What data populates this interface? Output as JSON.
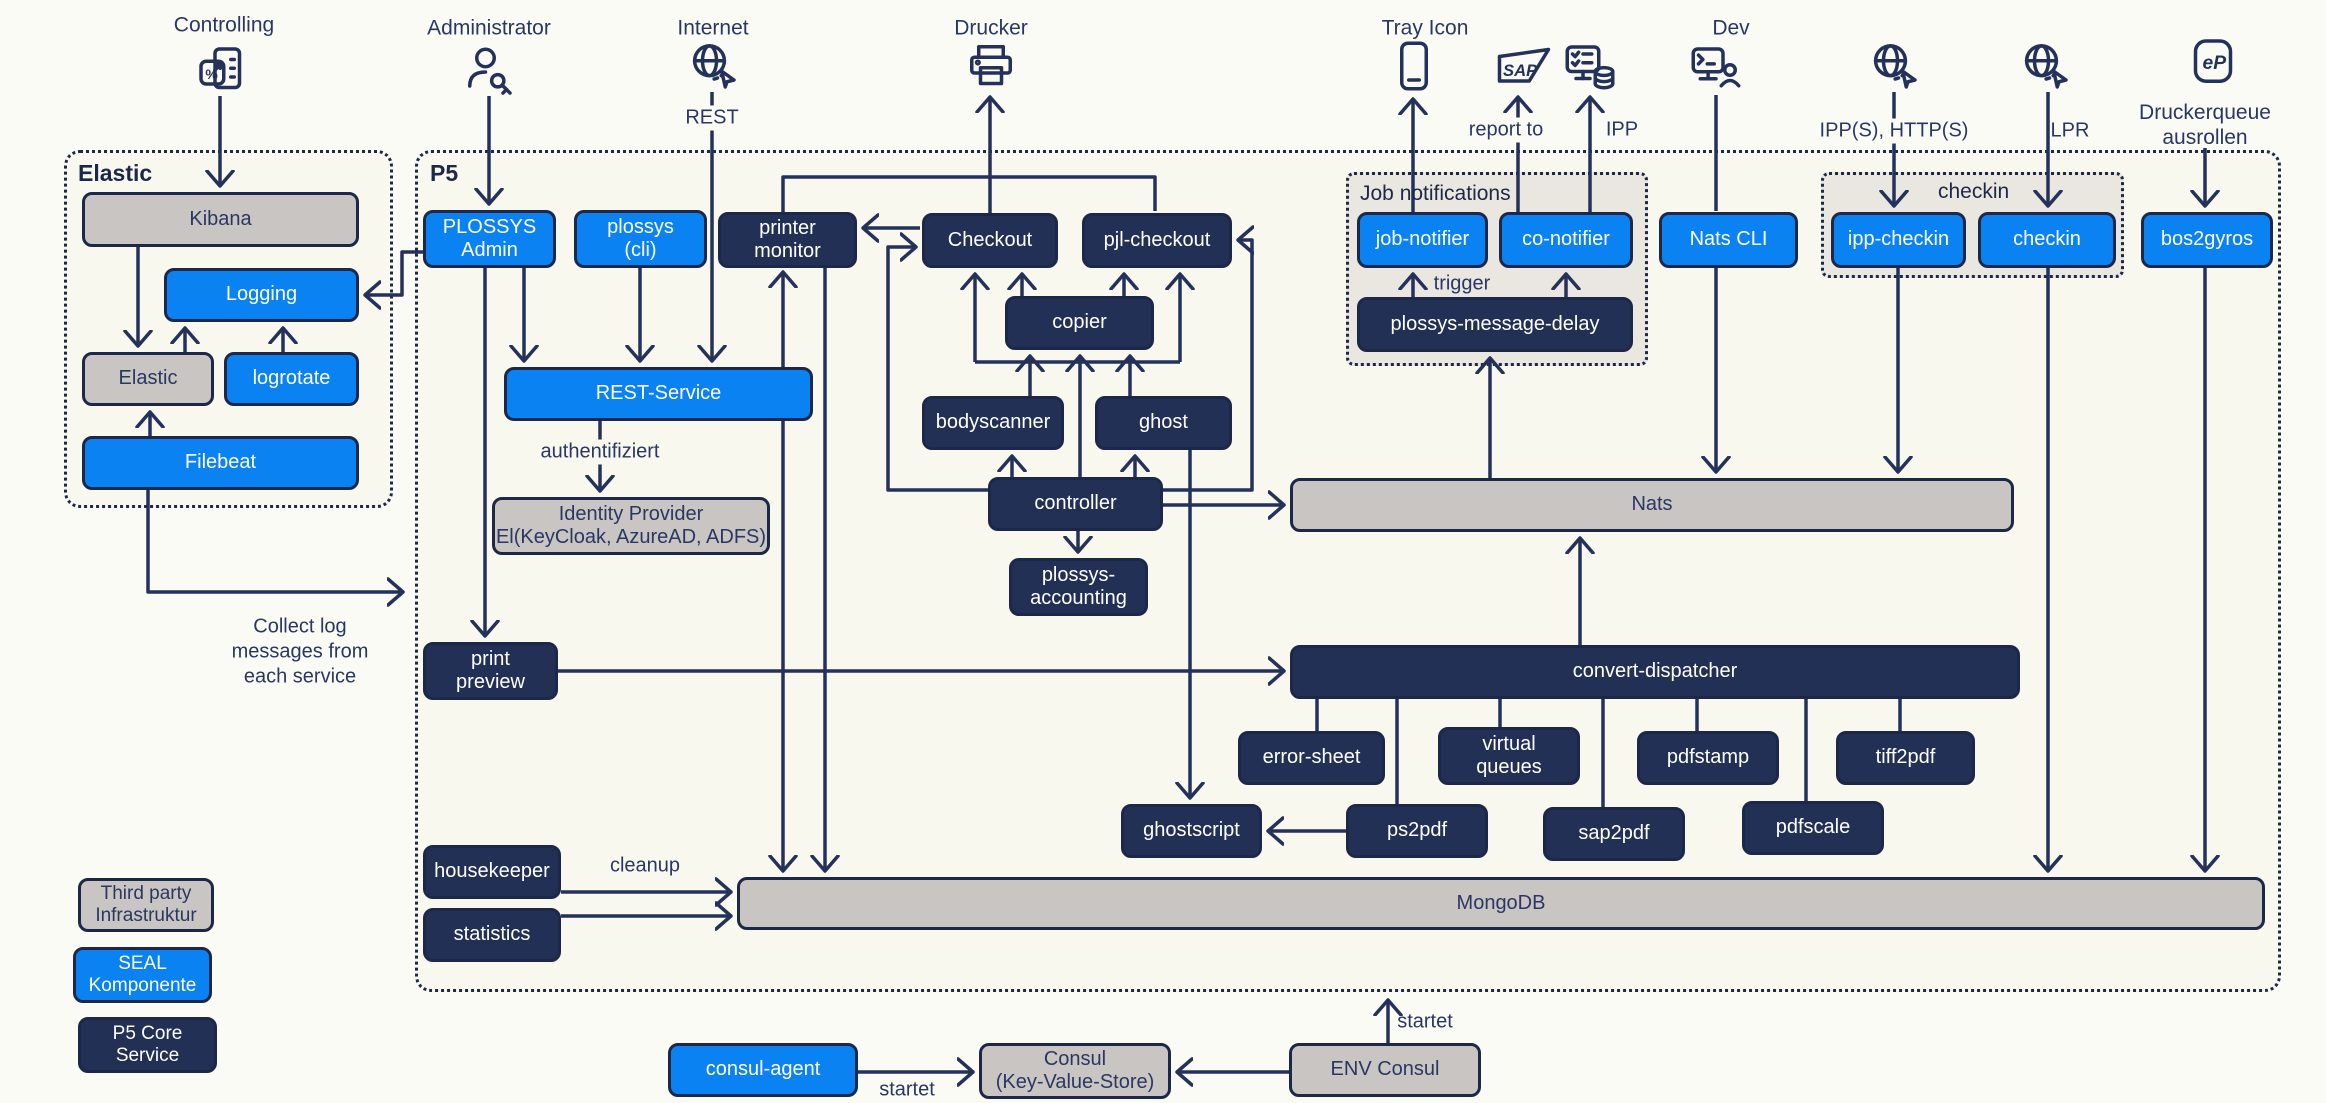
{
  "title": "P5 architecture diagram",
  "colors": {
    "blue": "#0a82f2",
    "dark_navy": "#233056",
    "gray": "#c9c5c3",
    "line_navy": "#24315b",
    "container_fill": "#f8f8ef",
    "group_fill": "#eae7e1",
    "page_background": "#fbfbf5"
  },
  "external": {
    "controlling": "Controlling",
    "administrator": "Administrator",
    "internet": "Internet",
    "rest": "REST",
    "drucker": "Drucker",
    "tray_icon": "Tray Icon",
    "report_to": "report to",
    "ipp": "IPP",
    "dev": "Dev",
    "ipps_https": "IPP(S), HTTP(S)",
    "lpr": "LPR",
    "druckerqueue": "Druckerqueue\nausrollen",
    "ep": "eP"
  },
  "containers": {
    "elastic": "Elastic",
    "p5": "P5",
    "job_notifications": "Job notifications",
    "checkin_group": "checkin"
  },
  "nodes": {
    "kibana": "Kibana",
    "logging": "Logging",
    "elastic": "Elastic",
    "logrotate": "logrotate",
    "filebeat": "Filebeat",
    "plossys_admin": "PLOSSYS\nAdmin",
    "plossys_cli": "plossys\n(cli)",
    "printer_monitor": "printer\nmonitor",
    "checkout": "Checkout",
    "pjl_checkout": "pjl-checkout",
    "copier": "copier",
    "bodyscanner": "bodyscanner",
    "ghost": "ghost",
    "controller": "controller",
    "plossys_accounting": "plossys-\naccounting",
    "rest_service": "REST-Service",
    "identity_provider": "Identity Provider\nEl(KeyCloak, AzureAD, ADFS)",
    "print_preview": "print\npreview",
    "job_notifier": "job-notifier",
    "co_notifier": "co-notifier",
    "plossys_message_delay": "plossys-message-delay",
    "nats_cli": "Nats CLI",
    "ipp_checkin": "ipp-checkin",
    "checkin": "checkin",
    "bos2gyros": "bos2gyros",
    "nats": "Nats",
    "convert_dispatcher": "convert-dispatcher",
    "error_sheet": "error-sheet",
    "virtual_queues": "virtual\nqueues",
    "pdfstamp": "pdfstamp",
    "tiff2pdf": "tiff2pdf",
    "ghostscript": "ghostscript",
    "ps2pdf": "ps2pdf",
    "sap2pdf": "sap2pdf",
    "pdfscale": "pdfscale",
    "housekeeper": "housekeeper",
    "statistics": "statistics",
    "mongodb": "MongoDB",
    "consul_agent": "consul-agent",
    "consul_kv": "Consul\n(Key-Value-Store)",
    "env_consul": "ENV Consul"
  },
  "edge_labels": {
    "rest": "REST",
    "authentifiziert": "authentifiziert",
    "trigger": "trigger",
    "cleanup": "cleanup",
    "startet_consul": "startet",
    "startet_env": "startet",
    "collect": "Collect log\nmessages from\neach service"
  },
  "legend": {
    "items": [
      {
        "label": "Third party\nInfrastruktur",
        "type": "gray"
      },
      {
        "label": "SEAL\nKomponente",
        "type": "blue"
      },
      {
        "label": "P5 Core\nService",
        "type": "dark"
      }
    ]
  },
  "icons": {
    "controlling": "report-percent-icon",
    "administrator": "user-key-icon",
    "internet": "globe-cursor-icon",
    "drucker": "printer-icon",
    "tray": "smartphone-icon",
    "sap": "sap-logo-icon",
    "ipp_target": "checklist-database-icon",
    "dev": "dev-terminal-user-icon",
    "globe_ipps": "globe-cursor-icon",
    "globe_lpr": "globe-cursor-icon",
    "ep": "ep-badge-icon"
  }
}
